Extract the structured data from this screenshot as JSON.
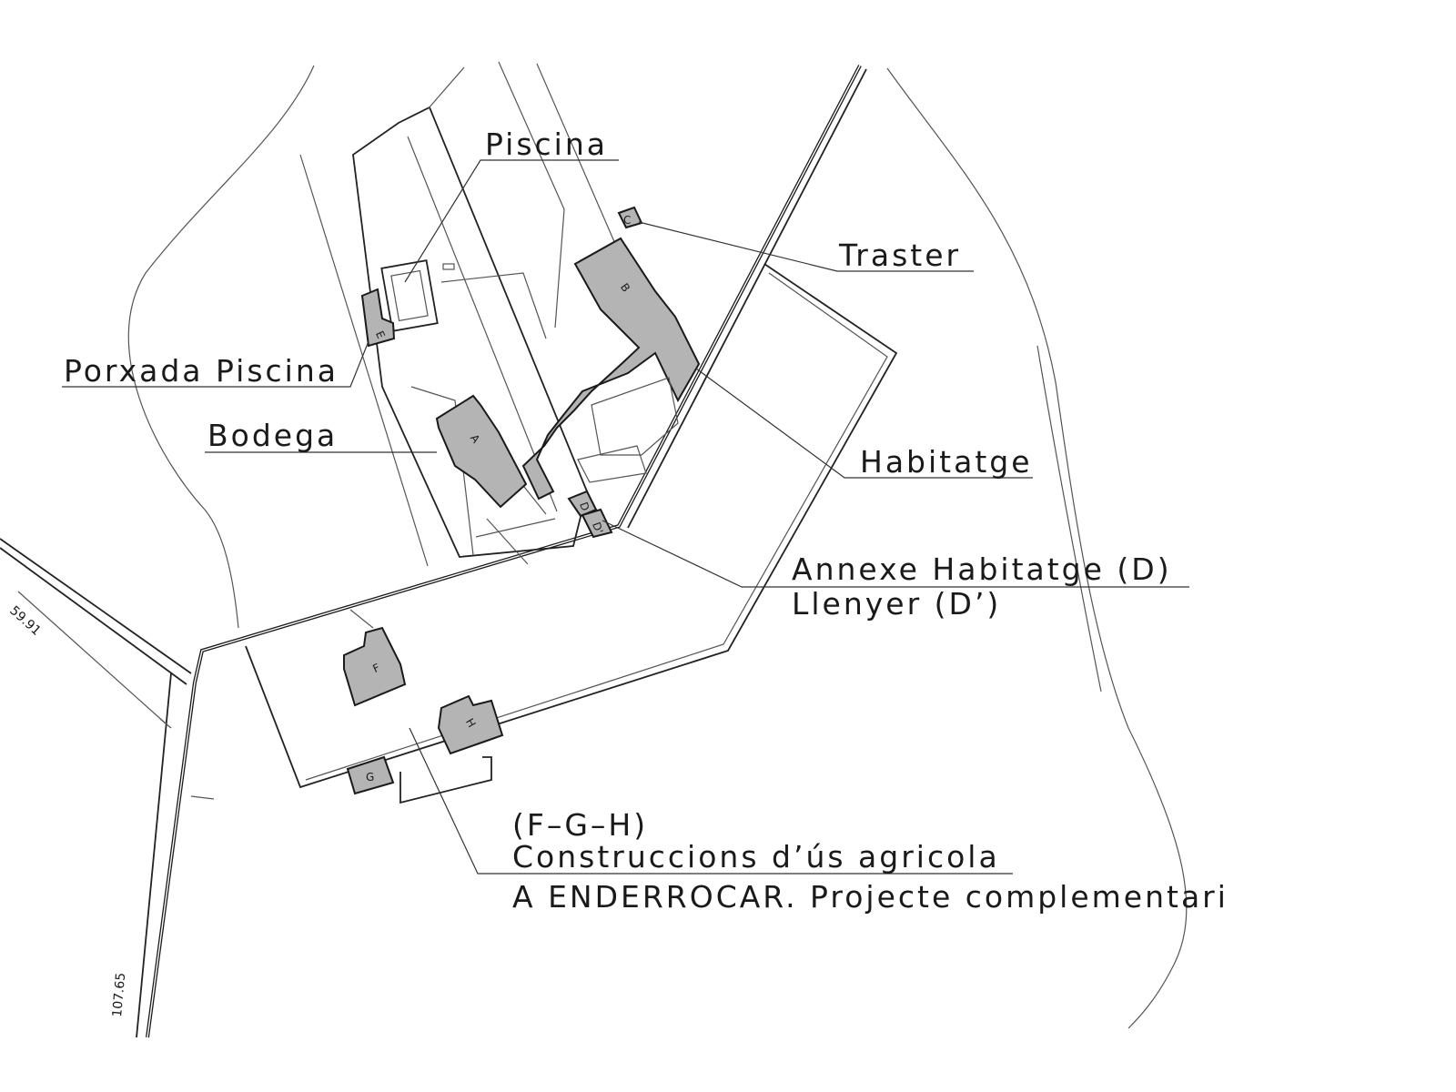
{
  "labels": {
    "piscina": "Piscina",
    "traster": "Traster",
    "porxada_piscina": "Porxada Piscina",
    "bodega": "Bodega",
    "habitatge": "Habitatge",
    "annexe_habitatge": "Annexe Habitatge (D)",
    "llenyer": "Llenyer (D’)",
    "fgh": "(F–G–H)",
    "construccions": "Construccions d’ús agricola",
    "enderrocar": "A ENDERROCAR. Projecte complementari"
  },
  "building_letters": {
    "a": "A",
    "b": "B",
    "c": "C",
    "d": "D",
    "d_prime": "D'",
    "e": "E",
    "f": "F",
    "g": "G",
    "h": "H"
  },
  "dimensions": {
    "top_left": "59.91",
    "left_vertical": "107.65"
  },
  "colors": {
    "building_fill": "#b4b4b4",
    "line": "#1a1a1a"
  }
}
